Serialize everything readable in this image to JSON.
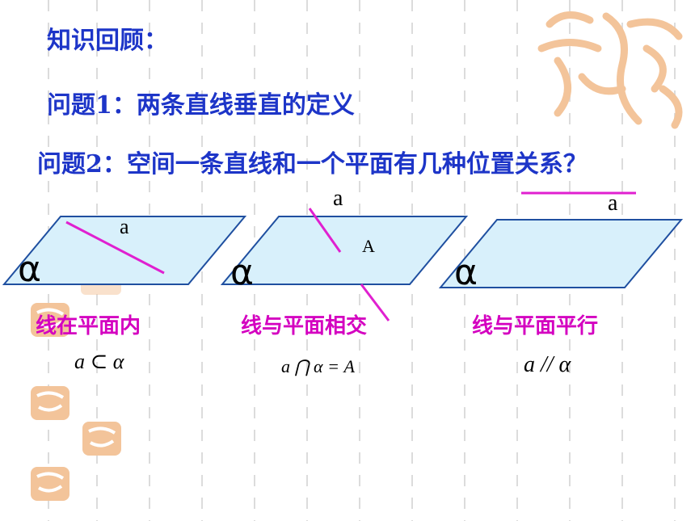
{
  "slide": {
    "heading": "知识回顾：",
    "question1": "问题1：两条直线垂直的定义",
    "question2": "问题2：空间一条直线和一个平面有几种位置关系？"
  },
  "cases": [
    {
      "line_label": "a",
      "plane_label": "α",
      "caption": "线在平面内",
      "formula": "a ⊂ α"
    },
    {
      "line_label": "a",
      "point_label": "A",
      "plane_label": "α",
      "caption": "线与平面相交",
      "formula": "a ⋂ α = A"
    },
    {
      "line_label": "a",
      "plane_label": "α",
      "caption": "线与平面平行",
      "formula": "a // α"
    }
  ],
  "colors": {
    "title": "#1d35c8",
    "caption": "#d400c0",
    "line": "#e020d0",
    "plane_fill": "#d8f0fb",
    "plane_stroke": "#1f4fa0",
    "seal": "#f3c49a"
  }
}
